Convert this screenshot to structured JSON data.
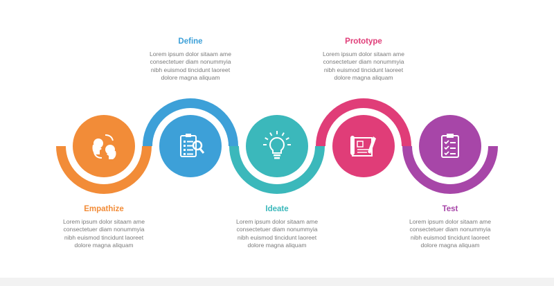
{
  "steps": [
    {
      "id": "empathize",
      "title": "Empathize",
      "color": "#f28c38",
      "icon": "two-heads-exchange-icon",
      "text_position": "below",
      "body": [
        "Lorem ipsum dolor sitaam ame",
        "consectetuer diam nonummyia",
        "nibh euismod tincidunt laoreet",
        "dolore magna aliquam"
      ]
    },
    {
      "id": "define",
      "title": "Define",
      "color": "#3da0d8",
      "icon": "checklist-magnifier-icon",
      "text_position": "above",
      "body": [
        "Lorem ipsum dolor sitaam ame",
        "consectetuer diam nonummyia",
        "nibh euismod tincidunt laoreet",
        "dolore magna aliquam"
      ]
    },
    {
      "id": "ideate",
      "title": "Ideate",
      "color": "#3bb8bb",
      "icon": "lightbulb-icon",
      "text_position": "below",
      "body": [
        "Lorem ipsum dolor sitaam ame",
        "consectetuer diam nonummyia",
        "nibh euismod tincidunt laoreet",
        "dolore magna aliquam"
      ]
    },
    {
      "id": "prototype",
      "title": "Prototype",
      "color": "#e03d78",
      "icon": "blueprint-icon",
      "text_position": "above",
      "body": [
        "Lorem ipsum dolor sitaam ame",
        "consectetuer diam nonummyia",
        "nibh euismod tincidunt laoreet",
        "dolore magna aliquam"
      ]
    },
    {
      "id": "test",
      "title": "Test",
      "color": "#a746a8",
      "icon": "clipboard-checklist-icon",
      "text_position": "below",
      "body": [
        "Lorem ipsum dolor sitaam ame",
        "consectetuer diam nonummyia",
        "nibh euismod tincidunt laoreet",
        "dolore magna aliquam"
      ]
    }
  ]
}
